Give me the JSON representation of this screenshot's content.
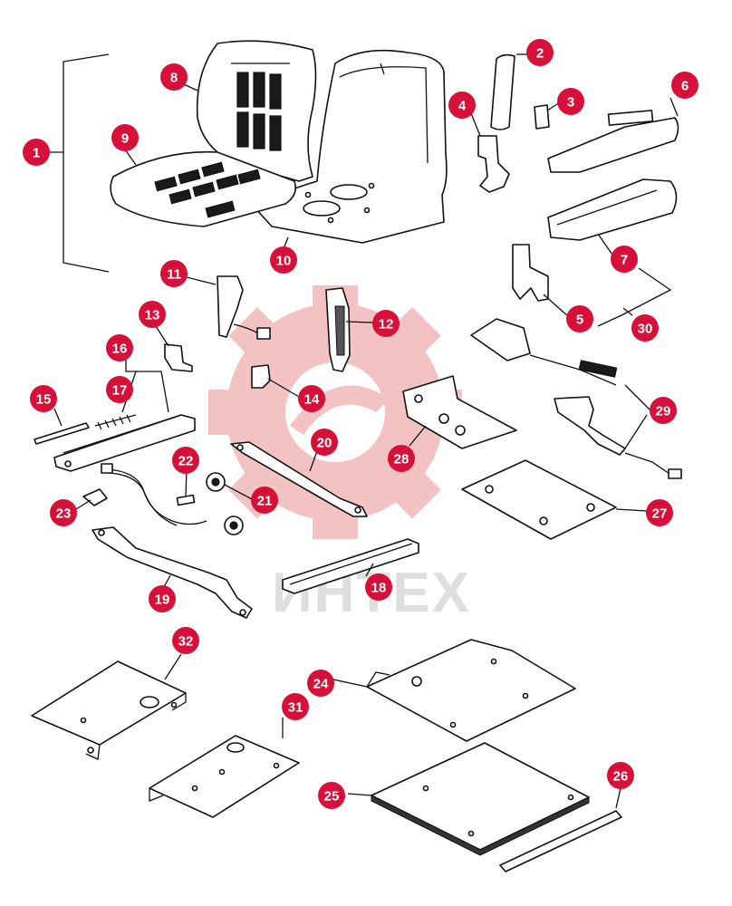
{
  "colors": {
    "callout": "#d7103a",
    "watermark": "#f2b8b8",
    "watermark_text": "#d9d9d9",
    "line": "#111111"
  },
  "watermark": {
    "text": "ИНТЕХ",
    "icon": "gear-logo-icon"
  },
  "callouts": [
    {
      "id": "1",
      "label": "1"
    },
    {
      "id": "2",
      "label": "2"
    },
    {
      "id": "3",
      "label": "3"
    },
    {
      "id": "4",
      "label": "4"
    },
    {
      "id": "5",
      "label": "5"
    },
    {
      "id": "6",
      "label": "6"
    },
    {
      "id": "7",
      "label": "7"
    },
    {
      "id": "8",
      "label": "8"
    },
    {
      "id": "9",
      "label": "9"
    },
    {
      "id": "10",
      "label": "10"
    },
    {
      "id": "11",
      "label": "11"
    },
    {
      "id": "12",
      "label": "12"
    },
    {
      "id": "13",
      "label": "13"
    },
    {
      "id": "14",
      "label": "14"
    },
    {
      "id": "15",
      "label": "15"
    },
    {
      "id": "16",
      "label": "16"
    },
    {
      "id": "17",
      "label": "17"
    },
    {
      "id": "18",
      "label": "18"
    },
    {
      "id": "19",
      "label": "19"
    },
    {
      "id": "20",
      "label": "20"
    },
    {
      "id": "21",
      "label": "21"
    },
    {
      "id": "22",
      "label": "22"
    },
    {
      "id": "23",
      "label": "23"
    },
    {
      "id": "24",
      "label": "24"
    },
    {
      "id": "25",
      "label": "25"
    },
    {
      "id": "26",
      "label": "26"
    },
    {
      "id": "27",
      "label": "27"
    },
    {
      "id": "28",
      "label": "28"
    },
    {
      "id": "29",
      "label": "29"
    },
    {
      "id": "30",
      "label": "30"
    },
    {
      "id": "31",
      "label": "31"
    },
    {
      "id": "32",
      "label": "32"
    }
  ]
}
